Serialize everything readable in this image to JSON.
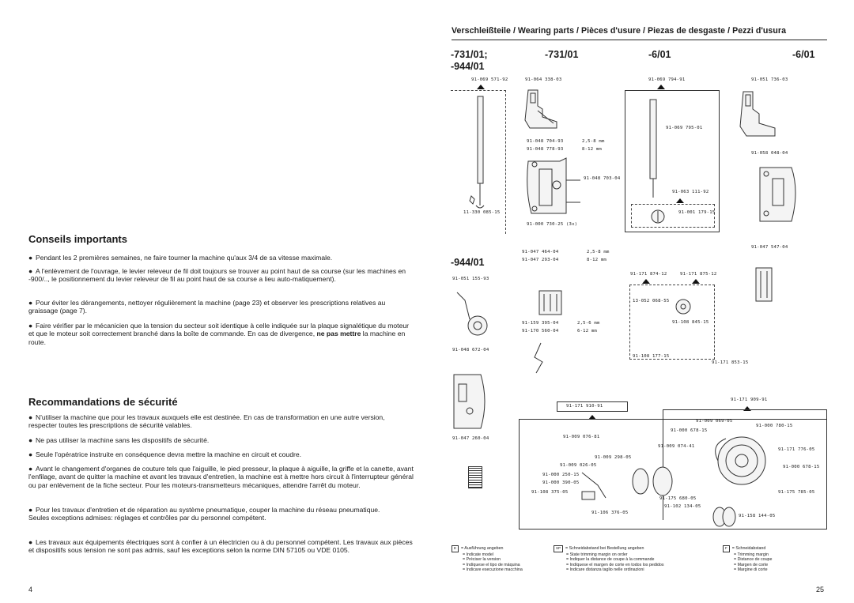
{
  "left": {
    "section1_title": "Conseils importants",
    "section1_items": [
      "Pendant les 2 premières semaines, ne faire tourner la machine qu'aux 3/4 de sa vitesse maximale.",
      "A l'enlèvement de l'ouvrage, le levier releveur de fil doit toujours se trouver au point haut de sa course (sur les machines en -900/.., le positionnement du levier releveur de fil au point haut de sa course a lieu auto-matiquement).",
      "Pour éviter les dérangements, nettoyer régulièrement la machine (page 23) et observer les prescriptions relatives au graissage (page 7).",
      "Faire vérifier par le mécanicien que la tension du secteur soit identique à celle indiquée sur la plaque signalétique du moteur et que le moteur soit correctement branché dans la boîte de commande. En cas de divergence,"
    ],
    "section1_item4_bold": "ne pas mettre",
    "section1_item4_tail": " la machine en route.",
    "section2_title": "Recommandations de sécurité",
    "section2_items": [
      "N'utiliser la machine que pour les travaux auxquels elle est destinée. En cas de transformation en une autre version, respecter toutes les prescriptions de sécurité valables.",
      "Ne pas utiliser la machine sans les dispositifs de sécurité.",
      "Seule l'opératrice instruite en conséquence devra mettre la machine en circuit et coudre.",
      "Avant le changement d'organes de couture tels que l'aiguille, le pied presseur, la plaque à aiguille, la griffe et la canette, avant l'enfilage, avant de quitter la machine et avant les travaux d'entretien, la machine est à mettre hors circuit à l'interrupteur général ou par enlèvement de la fiche secteur. Pour les moteurs-transmetteurs mécaniques, attendre l'arrêt du moteur.",
      "Pour les travaux d'entretien et de réparation au système pneumatique, couper la machine du réseau pneumatique.",
      "Les travaux aux équipements électriques sont à confier à un électricien ou à du personnel compétent. Les travaux aux pièces et dispositifs sous tension ne sont pas admis, sauf les exceptions selon la norme DIN 57105 ou VDE 0105."
    ],
    "section2_item5_extra": "Seules exceptions admises: réglages et contrôles par du personnel compétent.",
    "page_number": "4"
  },
  "right": {
    "title": "Verschleißteile / Wearing parts / Pièces d'usure / Piezas de desgaste / Pezzi d'usura",
    "models": [
      "-731/01;",
      "-731/01",
      "-6/01",
      "-6/01"
    ],
    "model_sub": "-944/01",
    "model_944": "-944/01",
    "parts": {
      "p1": "91-069 571-92",
      "p2": "91-064 338-03",
      "p3": "91-069 794-91",
      "p4": "91-051 736-03",
      "p5": "91-069 795-01",
      "p6a": "91-048 704-93",
      "p6a_size": "2,5-8 mm",
      "p6b": "91-048 778-93",
      "p6b_size": "8-12 mm",
      "p7": "91-048 703-04",
      "p8": "91-063 111-92",
      "p9": "11-330 085-15",
      "p10": "91-001 179-15",
      "p11": "91-000 730-25 (3x)",
      "p12": "91-058 048-04",
      "p13": "91-047 547-04",
      "p14a": "91-047 464-04",
      "p14a_size": "2,5-8 mm",
      "p14b": "91-047 293-04",
      "p14b_size": "8-12 mm",
      "p15": "91-051 155-93",
      "p16": "91-171 874-12",
      "p17": "91-171 875-12",
      "p18": "13-052 068-55",
      "p19": "91-108 845-15",
      "p20a": "91-159 395-04",
      "p20a_size": "2,5-6 mm",
      "p20b": "91-170 560-04",
      "p20b_size": "6-12 mm",
      "p21": "91-048 672-04",
      "p22": "91-108 177-15",
      "p23": "91-171 853-15",
      "p24": "91-171 910-91",
      "p25": "91-171 909-91",
      "p26": "91-047 260-04",
      "p27": "91-009 076-81",
      "p28": "91-009 069-05",
      "p29": "91-000 780-15",
      "p30": "91-000 678-15",
      "p31": "91-009 074-41",
      "p32": "91-171 776-05",
      "p33": "91-009 298-05",
      "p34": "91-009 026-05",
      "p35": "91-000 678-15",
      "p36": "91-000 250-15",
      "p37": "91-000 390-05",
      "p38": "91-108 375-05",
      "p39": "91-175 785-05",
      "p40": "91-175 680-05",
      "p41": "91-102 134-05",
      "p42": "91-106 376-05",
      "p43": "91-158 144-05"
    },
    "legend": {
      "col1_box": "E",
      "col1": [
        "= Ausführung angeben",
        "= Indicate model",
        "= Préciser la version",
        "= Indíquese el tipo de máquina",
        "= Indicare esecuzione macchina"
      ],
      "col2_box": "SP",
      "col2": [
        "= Schneidabstand bei Bestellung angeben",
        "= State trimming margin on order",
        "= Indiquer la distance de coupe à la commande",
        "= Indíquese el margen de corte en todos los pedidos",
        "= Indicare distanza taglio nelle ordinazioni"
      ],
      "col3_box": "F",
      "col3": [
        "= Schneidabstand",
        "= Trimming margin",
        "= Distance de coupe",
        "= Margen de corte",
        "= Margine di corte"
      ]
    },
    "page_number": "25"
  }
}
